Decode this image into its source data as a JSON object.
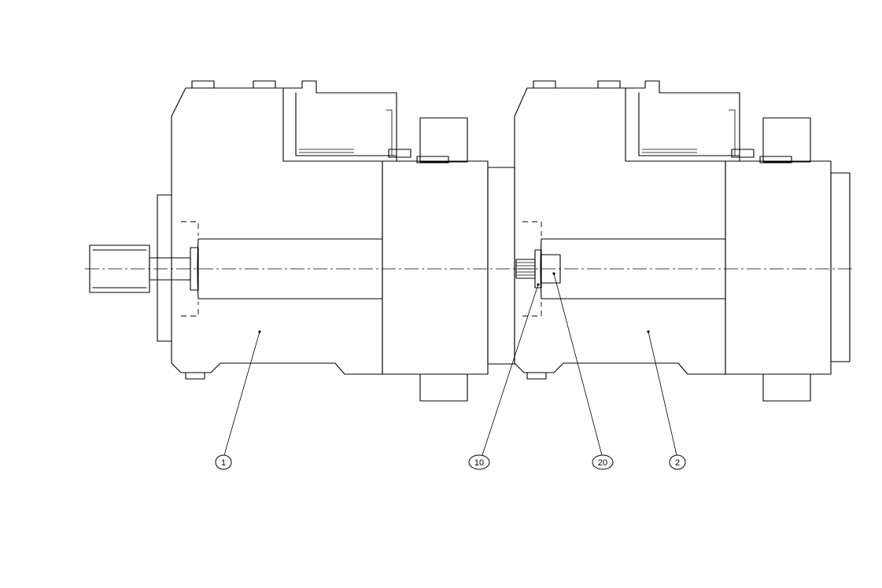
{
  "callouts": [
    {
      "id": "c1",
      "label": "1"
    },
    {
      "id": "c10",
      "label": "10"
    },
    {
      "id": "c20",
      "label": "20"
    },
    {
      "id": "c2",
      "label": "2"
    }
  ]
}
